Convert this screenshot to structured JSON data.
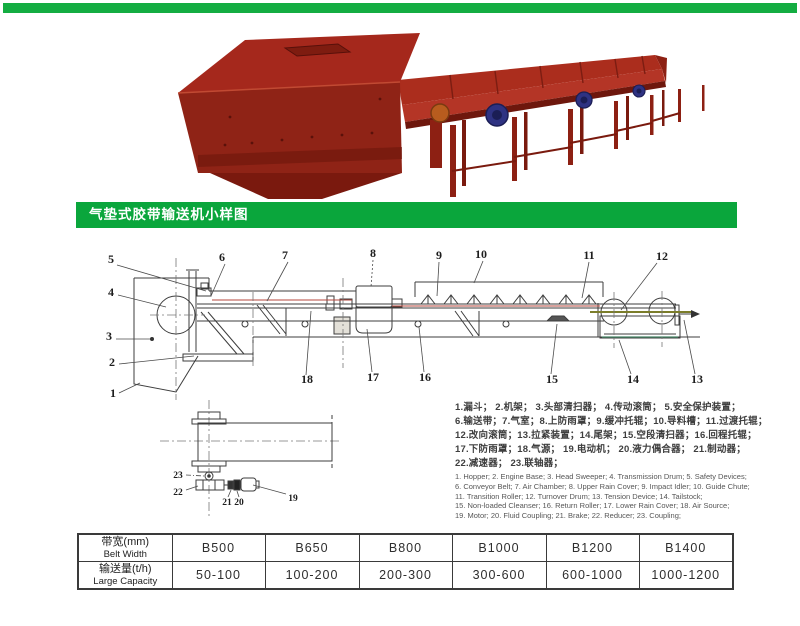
{
  "banner": {
    "title": "气垫式胶带输送机小样图"
  },
  "colors": {
    "top_bar_green": "#14ad42",
    "banner_green": "#0aa63c",
    "banner_text": "#ffffff",
    "machine_red": "#a5281c",
    "motor_blue": "#2e3282",
    "diagram_line": "#3d3d3d"
  },
  "diagram": {
    "callouts": [
      "1",
      "2",
      "3",
      "4",
      "5",
      "6",
      "7",
      "8",
      "9",
      "10",
      "11",
      "12",
      "13",
      "14",
      "15",
      "16",
      "17",
      "18",
      "19",
      "20",
      "21",
      "22",
      "23"
    ]
  },
  "parts_list": {
    "cn": [
      "1.漏斗；  2.机架；  3.头部清扫器；  4.传动滚筒；  5.安全保护装置；",
      "6.输送带；7.气室；8.上防雨罩；9.缓冲托辊；10.导料槽；11.过渡托辊；",
      "12.改向滚筒；13.拉紧装置；14.尾架；15.空段清扫器；16.回程托辊；",
      "17.下防雨罩；18.气源；  19.电动机；  20.液力偶合器；  21.制动器；",
      "22.减速器；  23.联轴器；"
    ],
    "en": [
      "1. Hopper; 2. Engine Base; 3. Head Sweeper; 4. Transmission Drum; 5. Safety Devices;",
      "6. Conveyor Belt; 7. Air Chamber; 8. Upper Rain Cover; 9. Impact Idler; 10. Guide Chute;",
      "11. Transition Roller;   12. Turnover Drum;   13. Tension Device;   14. Tailstock;",
      "15. Non-loaded Cleanser; 16. Return Roller; 17. Lower Rain Cover; 18. Air Source;",
      "19. Motor; 20. Fluid Coupling; 21. Brake; 22. Reducer; 23. Coupling;"
    ]
  },
  "table": {
    "rows": [
      {
        "label_cn": "带宽(mm)",
        "label_en": "Belt Width",
        "values": [
          "B500",
          "B650",
          "B800",
          "B1000",
          "B1200",
          "B1400"
        ]
      },
      {
        "label_cn": "输送量(t/h)",
        "label_en": "Large Capacity",
        "values": [
          "50-100",
          "100-200",
          "200-300",
          "300-600",
          "600-1000",
          "1000-1200"
        ]
      }
    ]
  }
}
